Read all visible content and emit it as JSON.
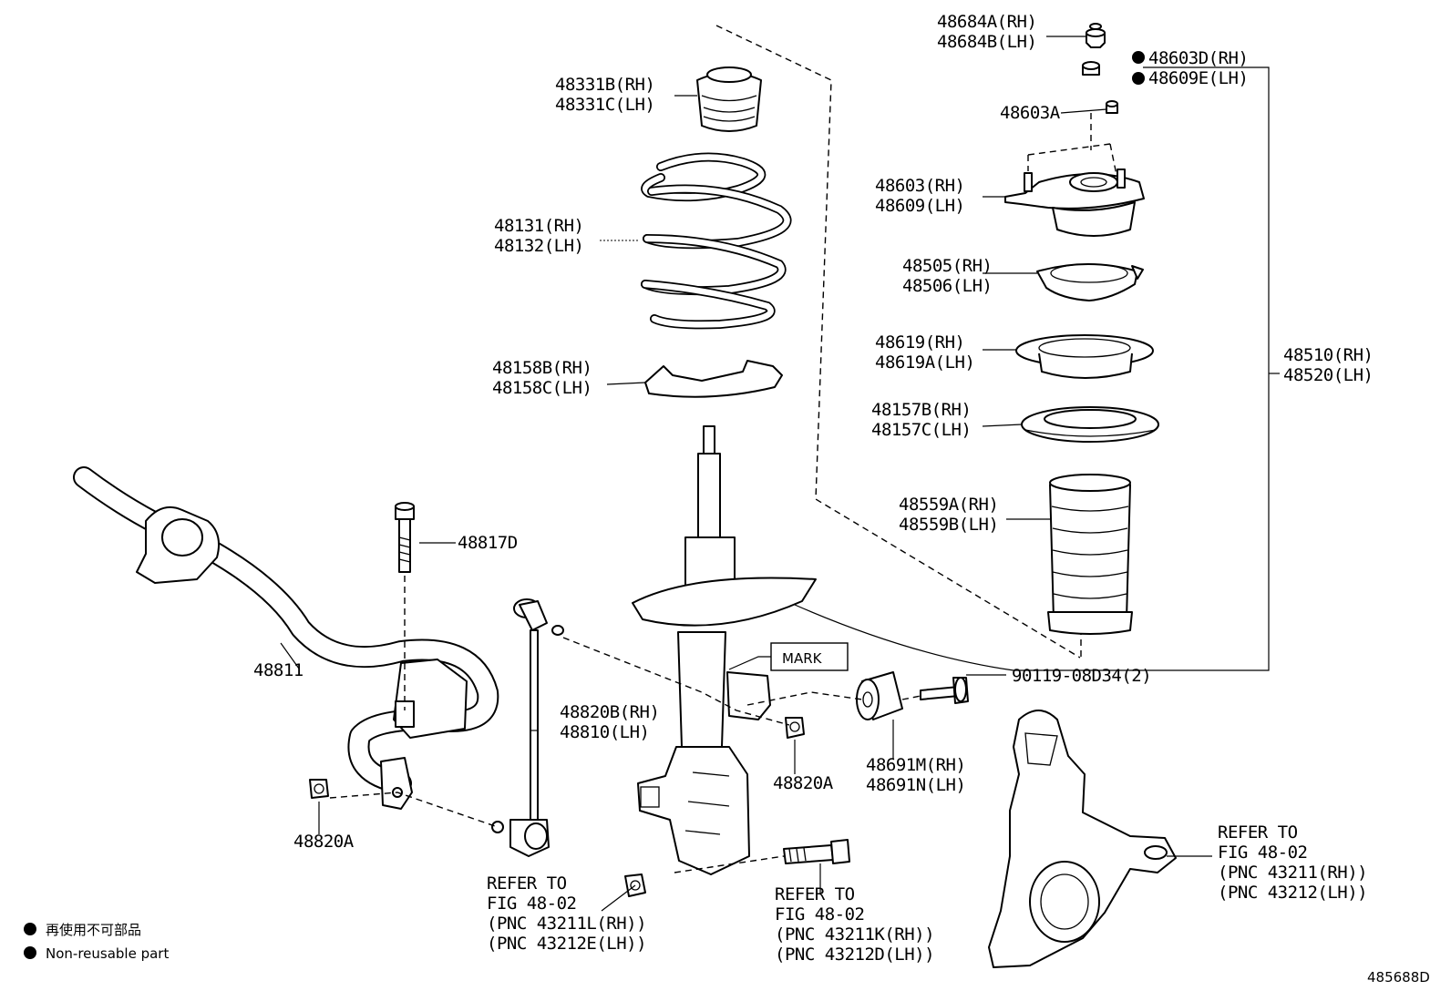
{
  "diagram": {
    "labels": {
      "nut_48684": [
        "48684A(RH)",
        "48684B(LH)"
      ],
      "nut_48603d": [
        "48603D(RH)",
        "48609E(LH)"
      ],
      "bolt_48603a": "48603A",
      "bumper_48331": [
        "48331B(RH)",
        "48331C(LH)"
      ],
      "spring_48131": [
        "48131(RH)",
        "48132(LH)"
      ],
      "mount_48603": [
        "48603(RH)",
        "48609(LH)"
      ],
      "bearing_48505": [
        "48505(RH)",
        "48506(LH)"
      ],
      "seat_48619": [
        "48619(RH)",
        "48619A(LH)"
      ],
      "insulator_48158": [
        "48158B(RH)",
        "48158C(LH)"
      ],
      "insulator_48157": [
        "48157B(RH)",
        "48157C(LH)"
      ],
      "assy_48510": [
        "48510(RH)",
        "48520(LH)"
      ],
      "boot_48559": [
        "48559A(RH)",
        "48559B(LH)"
      ],
      "bolt_48817d": "48817D",
      "stabilizer_48811": "48811",
      "mark": "MARK",
      "bolt_90119": "90119-08D34(2)",
      "link_48820b": [
        "48820B(RH)",
        "48810(LH)"
      ],
      "nut_48820a_center": "48820A",
      "bushing_48691": [
        "48691M(RH)",
        "48691N(LH)"
      ],
      "nut_48820a_left": "48820A",
      "ref_left": [
        "REFER TO",
        "FIG 48-02",
        "(PNC 43211L(RH))",
        "(PNC 43212E(LH))"
      ],
      "ref_center": [
        "REFER TO",
        "FIG 48-02",
        "(PNC 43211K(RH))",
        "(PNC 43212D(LH))"
      ],
      "ref_right": [
        "REFER TO",
        "FIG 48-02",
        "(PNC 43211(RH))",
        "(PNC 43212(LH))"
      ]
    },
    "legend": {
      "japanese": "再使用不可部品",
      "english": "Non-reusable part"
    },
    "diagram_id": "485688D"
  }
}
